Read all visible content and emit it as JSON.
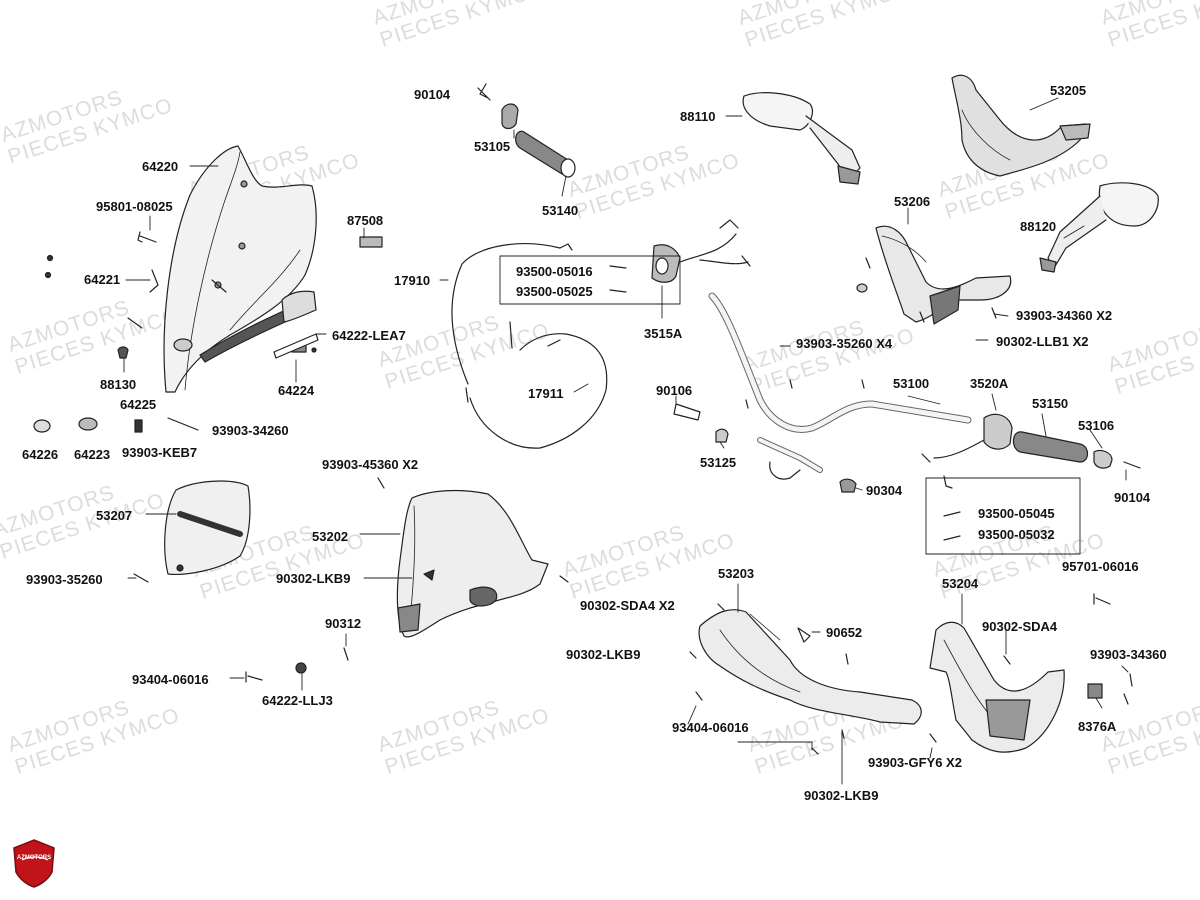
{
  "watermark": {
    "line1": "AZMOTORS",
    "line2": "PIECES KYMCO"
  },
  "logo_text": "AZMOTORS",
  "labels": {
    "l90104a": "90104",
    "l53105": "53105",
    "l53140": "53140",
    "l88110": "88110",
    "l53205": "53205",
    "l64220": "64220",
    "l95801": "95801-08025",
    "l87508": "87508",
    "l17910": "17910",
    "l93500_05016": "93500-05016",
    "l93500_05025": "93500-05025",
    "l3515a": "3515A",
    "l53206": "53206",
    "l88120": "88120",
    "l64221": "64221",
    "l64222lea7": "64222-LEA7",
    "l93903_34360x2": "93903-34360 X2",
    "l93903_35260x4": "93903-35260 X4",
    "l90302_llb1": "90302-LLB1 X2",
    "l88130": "88130",
    "l64224": "64224",
    "l17911": "17911",
    "l90106": "90106",
    "l53100": "53100",
    "l3520a": "3520A",
    "l53150": "53150",
    "l64225": "64225",
    "l93903_34260": "93903-34260",
    "l64226": "64226",
    "l64223": "64223",
    "l93903_keb7": "93903-KEB7",
    "l53106": "53106",
    "l53125": "53125",
    "l90304": "90304",
    "l90104b": "90104",
    "l93903_45360": "93903-45360  X2",
    "l93500_05045": "93500-05045",
    "l93500_05032": "93500-05032",
    "l53207": "53207",
    "l53202": "53202",
    "l90302_lkb9a": "90302-LKB9",
    "l93903_35260": "93903-35260",
    "l53203": "53203",
    "l53204": "53204",
    "l95701": "95701-06016",
    "l90302_sda4x2": "90302-SDA4 X2",
    "l90652": "90652",
    "l90302_sda4": "90302-SDA4",
    "l90312": "90312",
    "l90302_lkb9b": "90302-LKB9",
    "l93903_34360": "93903-34360",
    "l93404a": "93404-06016",
    "l64222llj3": "64222-LLJ3",
    "l93404b": "93404-06016",
    "l8376a": "8376A",
    "l93903_gfy6": "93903-GFY6 X2",
    "l90302_lkb9c": "90302-LKB9"
  }
}
